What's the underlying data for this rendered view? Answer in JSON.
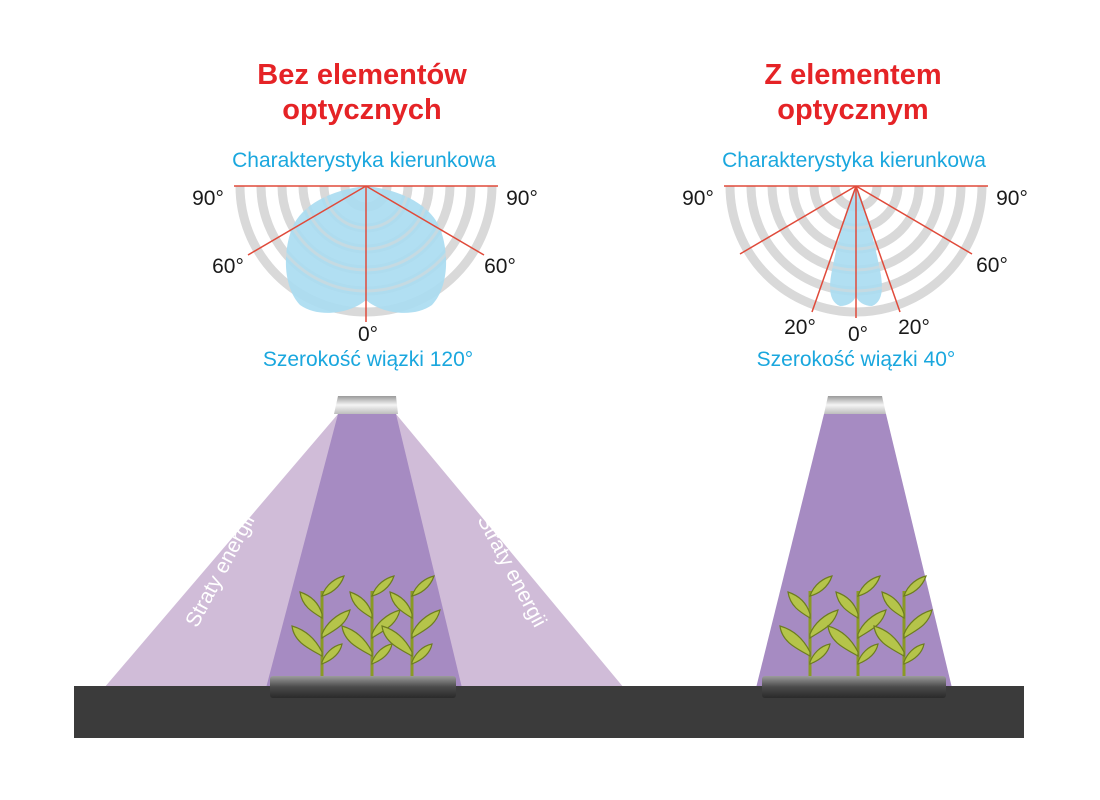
{
  "colors": {
    "title": "#e52326",
    "caption": "#1aa7de",
    "ring": "#d9d9d9",
    "pattern": "#a9dbf1",
    "ray": "#e04a3a",
    "beam_core": "#a68bc2",
    "beam_loss": "#d0bcd8",
    "ground": "#3b3b3b",
    "plant": "#b5c44a"
  },
  "icons": {
    "lamp": "lamp-fixture-icon",
    "plant": "plant-icon",
    "tray": "grow-tray-icon"
  },
  "left": {
    "title_line1": "Bez elementów",
    "title_line2": "optycznych",
    "polar_caption": "Charakterystyka kierunkowa",
    "angle_90_left": "90°",
    "angle_90_right": "90°",
    "angle_60_left": "60°",
    "angle_60_right": "60°",
    "angle_0": "0°",
    "beam_caption": "Szerokość wiązki 120°",
    "loss_left": "Straty energii",
    "loss_right": "Straty energii",
    "beam_width_deg": 120
  },
  "right": {
    "title_line1": "Z elementem",
    "title_line2": "optycznym",
    "polar_caption": "Charakterystyka kierunkowa",
    "angle_90_left": "90°",
    "angle_90_right": "90°",
    "angle_60_right": "60°",
    "angle_20_left": "20°",
    "angle_0": "0°",
    "angle_20_right": "20°",
    "beam_caption": "Szerokość wiązki 40°",
    "beam_width_deg": 40
  }
}
